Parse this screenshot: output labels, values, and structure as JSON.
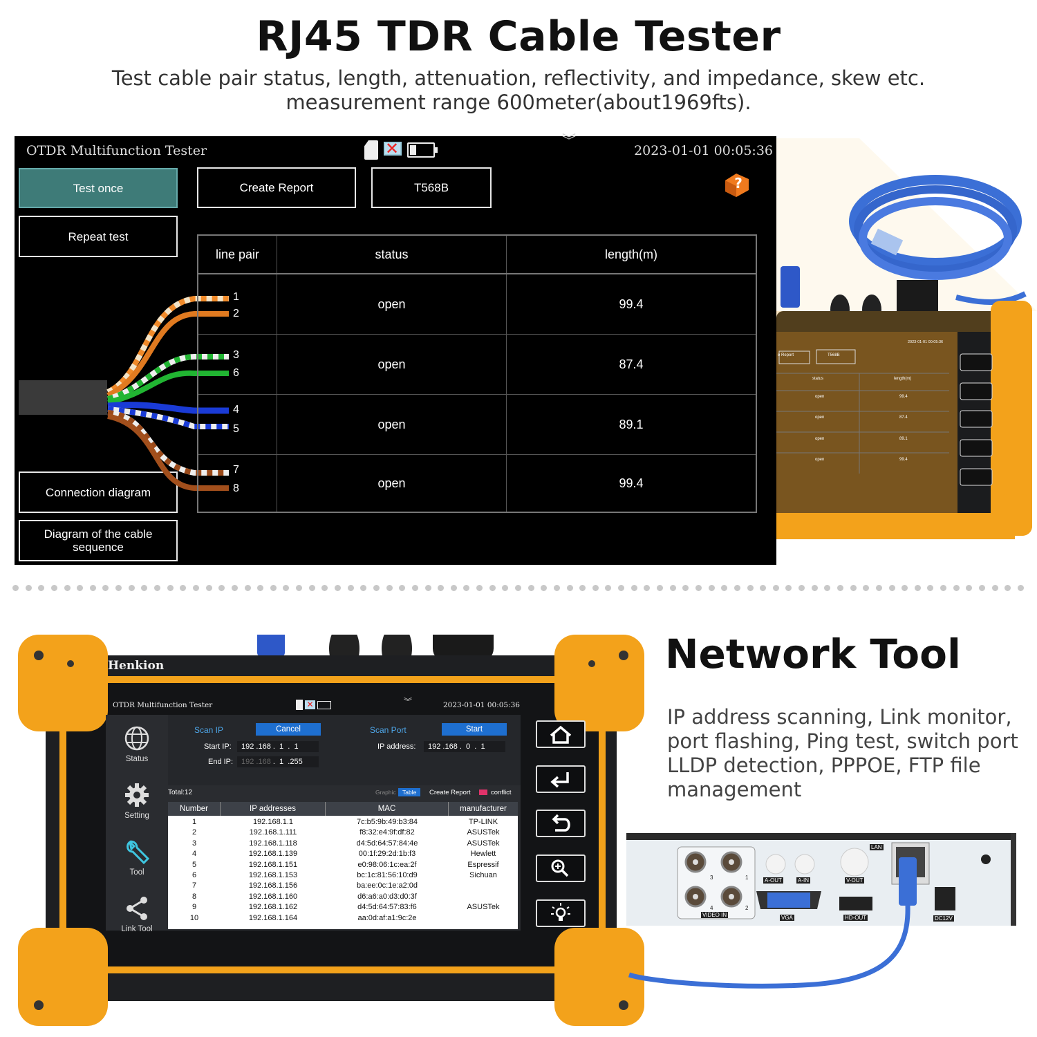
{
  "header": {
    "title": "RJ45 TDR Cable Tester",
    "subtitle": "Test cable pair status, length, attenuation, reflectivity, and impedance, skew etc. measurement range 600meter(about1969fts)."
  },
  "tdr_screen": {
    "app_title": "OTDR Multifunction Tester",
    "datetime": "2023-01-01 00:05:36",
    "buttons": {
      "test_once": "Test once",
      "repeat_test": "Repeat test",
      "create_report": "Create Report",
      "standard": "T568B",
      "connection_diagram": "Connection diagram",
      "cable_sequence": "Diagram of the cable sequence"
    },
    "table": {
      "headers": [
        "line pair",
        "status",
        "length(m)"
      ],
      "rows": [
        {
          "status": "open",
          "length": "99.4"
        },
        {
          "status": "open",
          "length": "87.4"
        },
        {
          "status": "open",
          "length": "89.1"
        },
        {
          "status": "open",
          "length": "99.4"
        }
      ]
    },
    "wire_numbers": [
      "1",
      "2",
      "3",
      "6",
      "4",
      "5",
      "7",
      "8"
    ],
    "colors": {
      "active_button": "#3e7b78",
      "background": "#000000"
    }
  },
  "small_device": {
    "create_report": "e Report",
    "standard": "T568B",
    "headers": [
      "status",
      "length(m)"
    ],
    "rows": [
      {
        "status": "open",
        "length": "99.4"
      },
      {
        "status": "open",
        "length": "87.4"
      },
      {
        "status": "open",
        "length": "89.1"
      },
      {
        "status": "open",
        "length": "99.4"
      }
    ],
    "datetime": "2023-01-01 00:05:36"
  },
  "network_tool": {
    "title": "Network Tool",
    "description": "IP address scanning, Link monitor, port flashing, Ping test, switch port LLDP detection, PPPOE, FTP file management"
  },
  "net_screen": {
    "brand": "Henkion",
    "app_title": "OTDR Multifunction Tester",
    "datetime": "2023-01-01 00:05:36",
    "sidebar": [
      {
        "label": "Status",
        "icon": "globe-icon"
      },
      {
        "label": "Setting",
        "icon": "gear-icon"
      },
      {
        "label": "Tool",
        "icon": "wrench-icon"
      },
      {
        "label": "Link Tool",
        "icon": "share-icon"
      }
    ],
    "scan_ip": {
      "label": "Scan IP",
      "button": "Cancel",
      "start_label": "Start IP:",
      "start_value": "192 .168 .  1  .  1",
      "end_label": "End IP:",
      "end_value_dim": "192 .168",
      "end_value": ".  1  .255"
    },
    "scan_port": {
      "label": "Scan Port",
      "button": "Start",
      "ip_label": "IP address:",
      "ip_value": "192 .168 .  0  .  1"
    },
    "total": "Total:12",
    "view_tabs": {
      "graphic": "Graphic",
      "table": "Table"
    },
    "create_report": "Create Report",
    "conflict": "conflict",
    "table_headers": [
      "Number",
      "IP addresses",
      "MAC",
      "manufacturer"
    ],
    "rows": [
      {
        "num": "1",
        "ip": "192.168.1.1",
        "mac": "7c:b5:9b:49:b3:84",
        "mfr": "TP-LINK"
      },
      {
        "num": "2",
        "ip": "192.168.1.111",
        "mac": "f8:32:e4:9f:df:82",
        "mfr": "ASUSTek"
      },
      {
        "num": "3",
        "ip": "192.168.1.118",
        "mac": "d4:5d:64:57:84:4e",
        "mfr": "ASUSTek"
      },
      {
        "num": "4",
        "ip": "192.168.1.139",
        "mac": "00:1f:29:2d:1b:f3",
        "mfr": "Hewlett"
      },
      {
        "num": "5",
        "ip": "192.168.1.151",
        "mac": "e0:98:06:1c:ea:2f",
        "mfr": "Espressif"
      },
      {
        "num": "6",
        "ip": "192.168.1.153",
        "mac": "bc:1c:81:56:10:d9",
        "mfr": "Sichuan"
      },
      {
        "num": "7",
        "ip": "192.168.1.156",
        "mac": "ba:ee:0c:1e:a2:0d",
        "mfr": ""
      },
      {
        "num": "8",
        "ip": "192.168.1.160",
        "mac": "d6:a6:a0:d3:d0:3f",
        "mfr": ""
      },
      {
        "num": "9",
        "ip": "192.168.1.162",
        "mac": "d4:5d:64:57:83:f6",
        "mfr": "ASUSTek"
      },
      {
        "num": "10",
        "ip": "192.168.1.164",
        "mac": "aa:0d:af:a1:9c:2e",
        "mfr": ""
      }
    ],
    "hw_buttons": [
      "home-icon",
      "enter-icon",
      "back-icon",
      "zoom-icon",
      "brightness-icon"
    ]
  },
  "dvr": {
    "labels": {
      "lan": "LAN",
      "a_out": "A-OUT",
      "a_in": "A-IN",
      "v_out": "V-OUT",
      "vga": "VGA",
      "hd_out": "HD-OUT",
      "video_in": "VIDEO IN",
      "dc": "DC12V"
    },
    "bnc_numbers": [
      "3",
      "1",
      "4",
      "2"
    ]
  },
  "colors": {
    "device_orange": "#f3a21b",
    "cable_blue": "#3b6fd6",
    "accent_blue": "#1e6fd0"
  }
}
